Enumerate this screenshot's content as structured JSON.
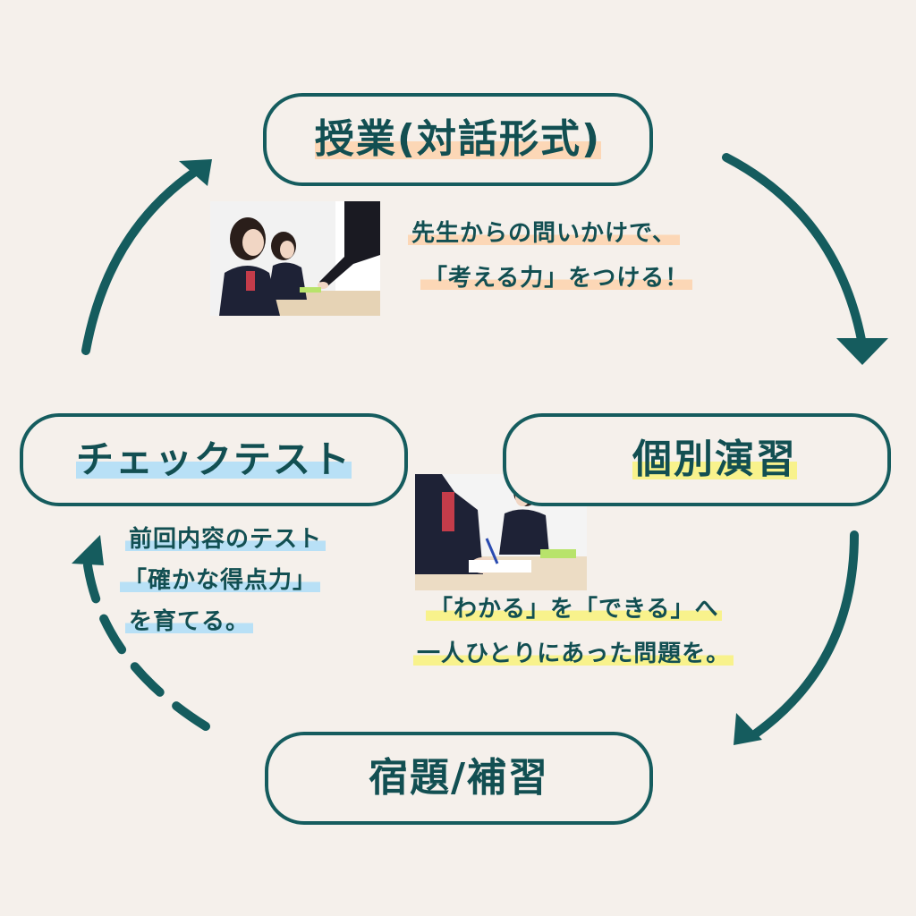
{
  "colors": {
    "background": "#f5f0eb",
    "accent": "#155c5e",
    "highlight_orange": "#fcd7b6",
    "highlight_yellow": "#f8f28c",
    "highlight_blue": "#b8e0f6"
  },
  "nodes": {
    "lesson": {
      "label": "授業(対話形式)"
    },
    "practice": {
      "label": "個別演習"
    },
    "homework": {
      "label": "宿題/補習"
    },
    "check_test": {
      "label": "チェックテスト"
    }
  },
  "descriptions": {
    "lesson": {
      "lines": [
        "先生からの問いかけで、",
        "「考える力」をつける！"
      ]
    },
    "practice": {
      "lines": [
        "「わかる」を「できる」へ",
        "一人ひとりにあった問題を。"
      ]
    },
    "check_test": {
      "lines": [
        "前回内容のテスト",
        "「確かな得点力」",
        "を育てる。"
      ]
    }
  },
  "photos": {
    "lesson": {
      "icon": "classroom-photo"
    },
    "practice": {
      "icon": "student-writing-photo"
    }
  }
}
